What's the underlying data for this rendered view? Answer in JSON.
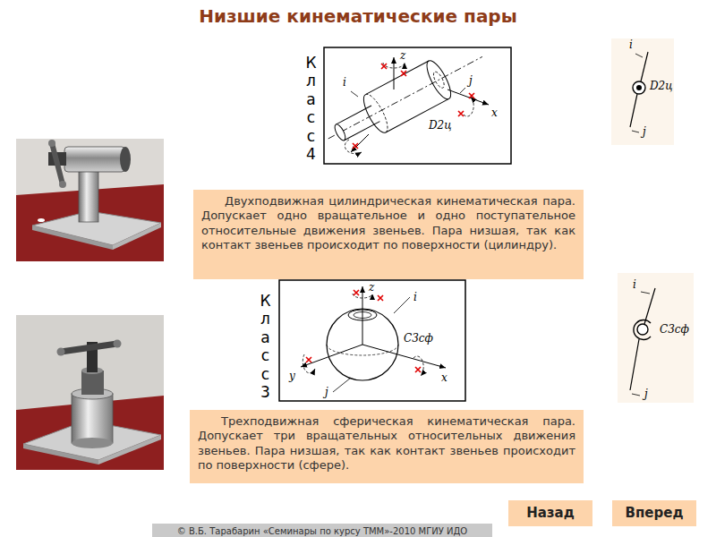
{
  "diagram": {
    "title": "Низшие кинематические пары",
    "nodes": [
      {
        "text": [
          "Двухподвижная цилиндрическая кинематическая пара. Допускает одно вращательное и одно поступательное относительные движения звеньев. Пара низшая, так как контакт звеньев происходит по поверхности (цилиндру)."
        ]
      },
      {
        "text": [
          "Трехподвижная сферическая кинематическая пара. Допускает три вращательных относительных движения звеньев. Пара низшая, так как контакт звеньев происходит по поверхности (сфере)."
        ]
      },
      {
        "text": [
          "Назад"
        ]
      },
      {
        "text": [
          "Вперед"
        ]
      },
      {
        "text": [
          "© В.Б. Тарабарин «Семинары по курсу ТММ»-2010 МГИУ ИДО"
        ]
      }
    ],
    "labels": [
      "Класс",
      "4",
      "z",
      "i",
      "j",
      "D2ц",
      "x",
      "i",
      "D2ц",
      "j",
      "Класс",
      "3",
      "z",
      "i",
      "C3сф",
      "y",
      "x",
      "j",
      "i",
      "C3сф",
      "j"
    ]
  }
}
